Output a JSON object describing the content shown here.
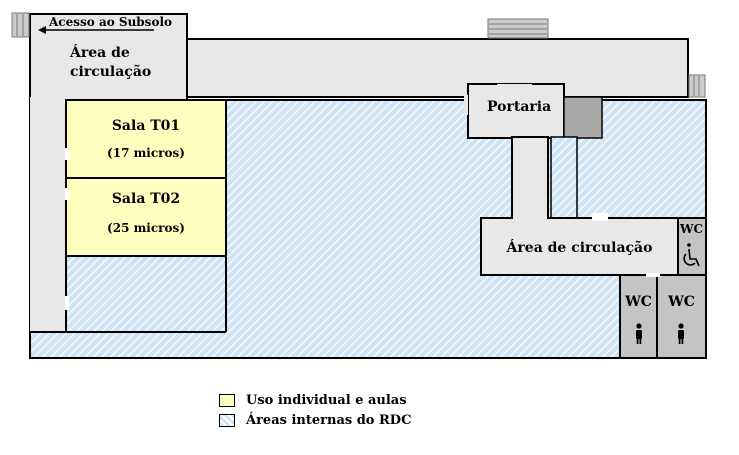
{
  "plan": {
    "access_label": "Acesso ao Subsolo",
    "rooms": {
      "circulation_top": "Área de circulação",
      "sala_t01_name": "Sala T01",
      "sala_t01_capacity": "(17 micros)",
      "sala_t02_name": "Sala T02",
      "sala_t02_capacity": "(25 micros)",
      "portaria": "Portaria",
      "circulation_right": "Área de circulação",
      "wc_small": "WC",
      "wc_left": "WC",
      "wc_right": "WC"
    }
  },
  "legend": [
    {
      "label": "Uso individual e aulas",
      "color": "#ffffc0"
    },
    {
      "label": "Áreas internas do RDC",
      "color": "#cfe4f4"
    }
  ],
  "colors": {
    "circulation": "#e8e8e8",
    "wall": "#000000",
    "dark_block": "#a8a8a8",
    "wc": "#c4c4c4"
  }
}
